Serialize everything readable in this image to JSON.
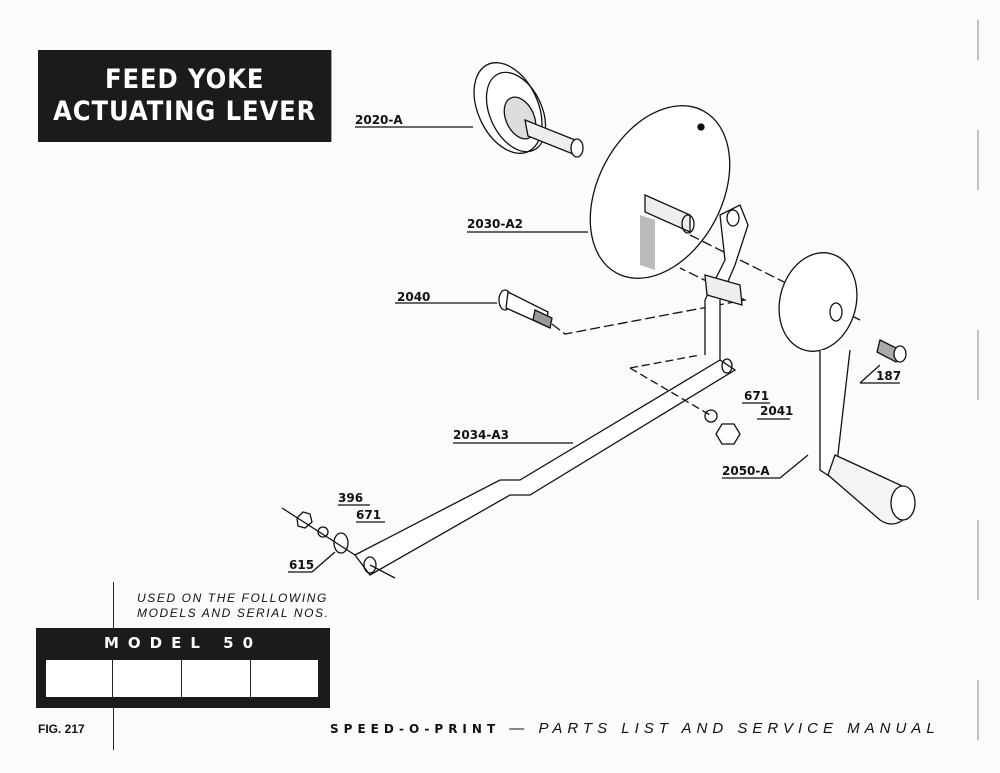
{
  "title": {
    "line1": "FEED YOKE",
    "line2": "ACTUATING LEVER"
  },
  "parts": {
    "p2020a": "2020-A",
    "p2030a2": "2030-A2",
    "p2040": "2040",
    "p187": "187",
    "p671a": "671",
    "p2041": "2041",
    "p2034a3": "2034-A3",
    "p2050a": "2050-A",
    "p396": "396",
    "p671b": "671",
    "p615": "615"
  },
  "usage": {
    "line1": "USED ON THE FOLLOWING",
    "line2": "MODELS AND SERIAL NOS.",
    "model": "MODEL 50"
  },
  "footer": {
    "figure": "FIG. 217",
    "brand": "SPEED-O-PRINT",
    "subtitle": " — PARTS LIST AND SERVICE MANUAL"
  }
}
